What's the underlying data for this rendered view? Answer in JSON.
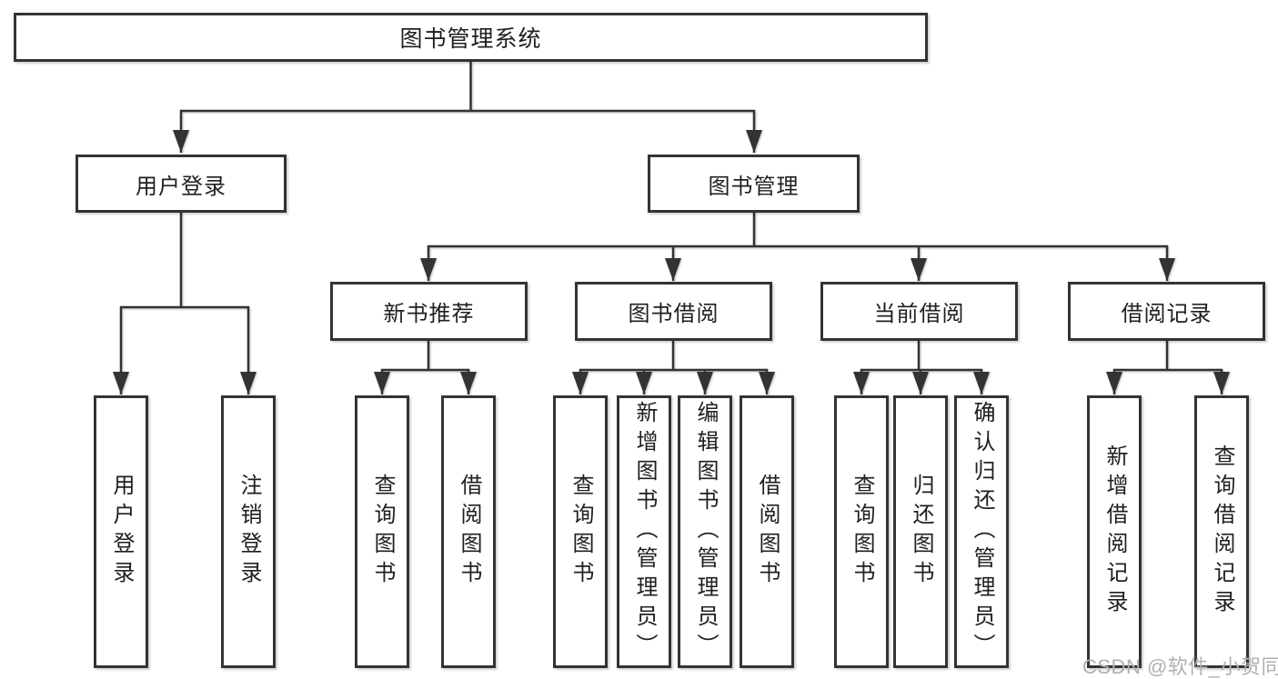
{
  "tree": {
    "label": "图书管理系统",
    "children": [
      {
        "label": "用户登录",
        "children": [
          {
            "label": "用户登录"
          },
          {
            "label": "注销登录"
          }
        ]
      },
      {
        "label": "图书管理",
        "children": [
          {
            "label": "新书推荐",
            "children": [
              {
                "label": "查询图书"
              },
              {
                "label": "借阅图书"
              }
            ]
          },
          {
            "label": "图书借阅",
            "children": [
              {
                "label": "查询图书"
              },
              {
                "label": "新增图书（管理员）"
              },
              {
                "label": "编辑图书（管理员）"
              },
              {
                "label": "借阅图书"
              }
            ]
          },
          {
            "label": "当前借阅",
            "children": [
              {
                "label": "查询图书"
              },
              {
                "label": "归还图书"
              },
              {
                "label": "确认归还（管理员）"
              }
            ]
          },
          {
            "label": "借阅记录",
            "children": [
              {
                "label": "新增借阅记录"
              },
              {
                "label": "查询借阅记录"
              }
            ]
          }
        ]
      }
    ]
  },
  "watermark": {
    "text": "CSDN @软件_小贺同学"
  },
  "colors": {
    "line": "#333333",
    "text": "#1f1f1f",
    "background": "#ffffff",
    "watermark": "#b0b0b0"
  }
}
